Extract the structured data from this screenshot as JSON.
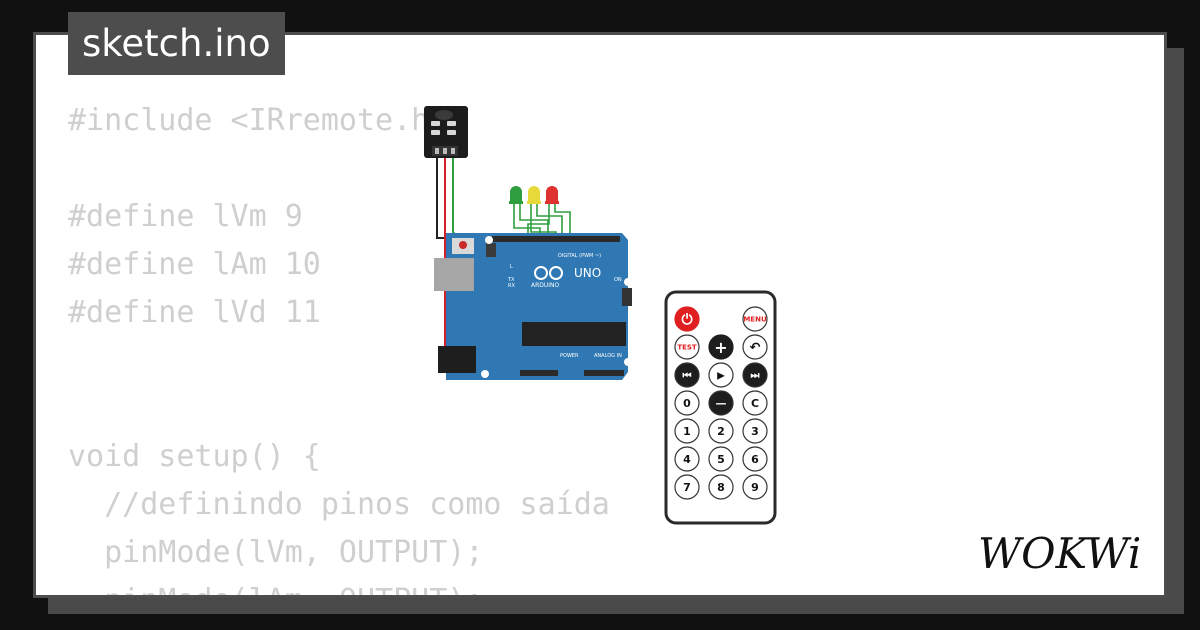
{
  "window": {
    "title": "sketch.ino"
  },
  "code": {
    "lines": [
      "#include <IRremote.h>",
      "",
      "#define lVm 9",
      "#define lAm 10",
      "#define lVd 11",
      "",
      "",
      "void setup() {",
      "  //definindo pinos como saída",
      "  pinMode(lVm, OUTPUT);",
      "  pinMode(lAm, OUTPUT);"
    ]
  },
  "board": {
    "logo_text": "UNO",
    "brand_text": "ARDUINO",
    "digital_label": "DIGITAL (PWM ~)",
    "power_label": "POWER",
    "analog_label": "ANALOG IN",
    "on_label": "ON",
    "l_label": "L",
    "tx_label": "TX",
    "rx_label": "RX"
  },
  "leds": [
    {
      "color": "#2e9e3e"
    },
    {
      "color": "#e8d93a"
    },
    {
      "color": "#e03131"
    }
  ],
  "remote": {
    "top_buttons": {
      "power": "⏻",
      "menu": "MENU",
      "test": "TEST",
      "plus": "+",
      "back": "↶"
    },
    "row_media": [
      "⏮",
      "▶",
      "⏭"
    ],
    "row_zero": [
      "0",
      "—",
      "C"
    ],
    "rows_numbers": [
      [
        "1",
        "2",
        "3"
      ],
      [
        "4",
        "5",
        "6"
      ],
      [
        "7",
        "8",
        "9"
      ]
    ]
  },
  "brand": {
    "name": "WOKWi"
  },
  "colors": {
    "accent_red": "#e02020",
    "board_blue": "#2f78b4",
    "frame": "#4d4d4d"
  }
}
